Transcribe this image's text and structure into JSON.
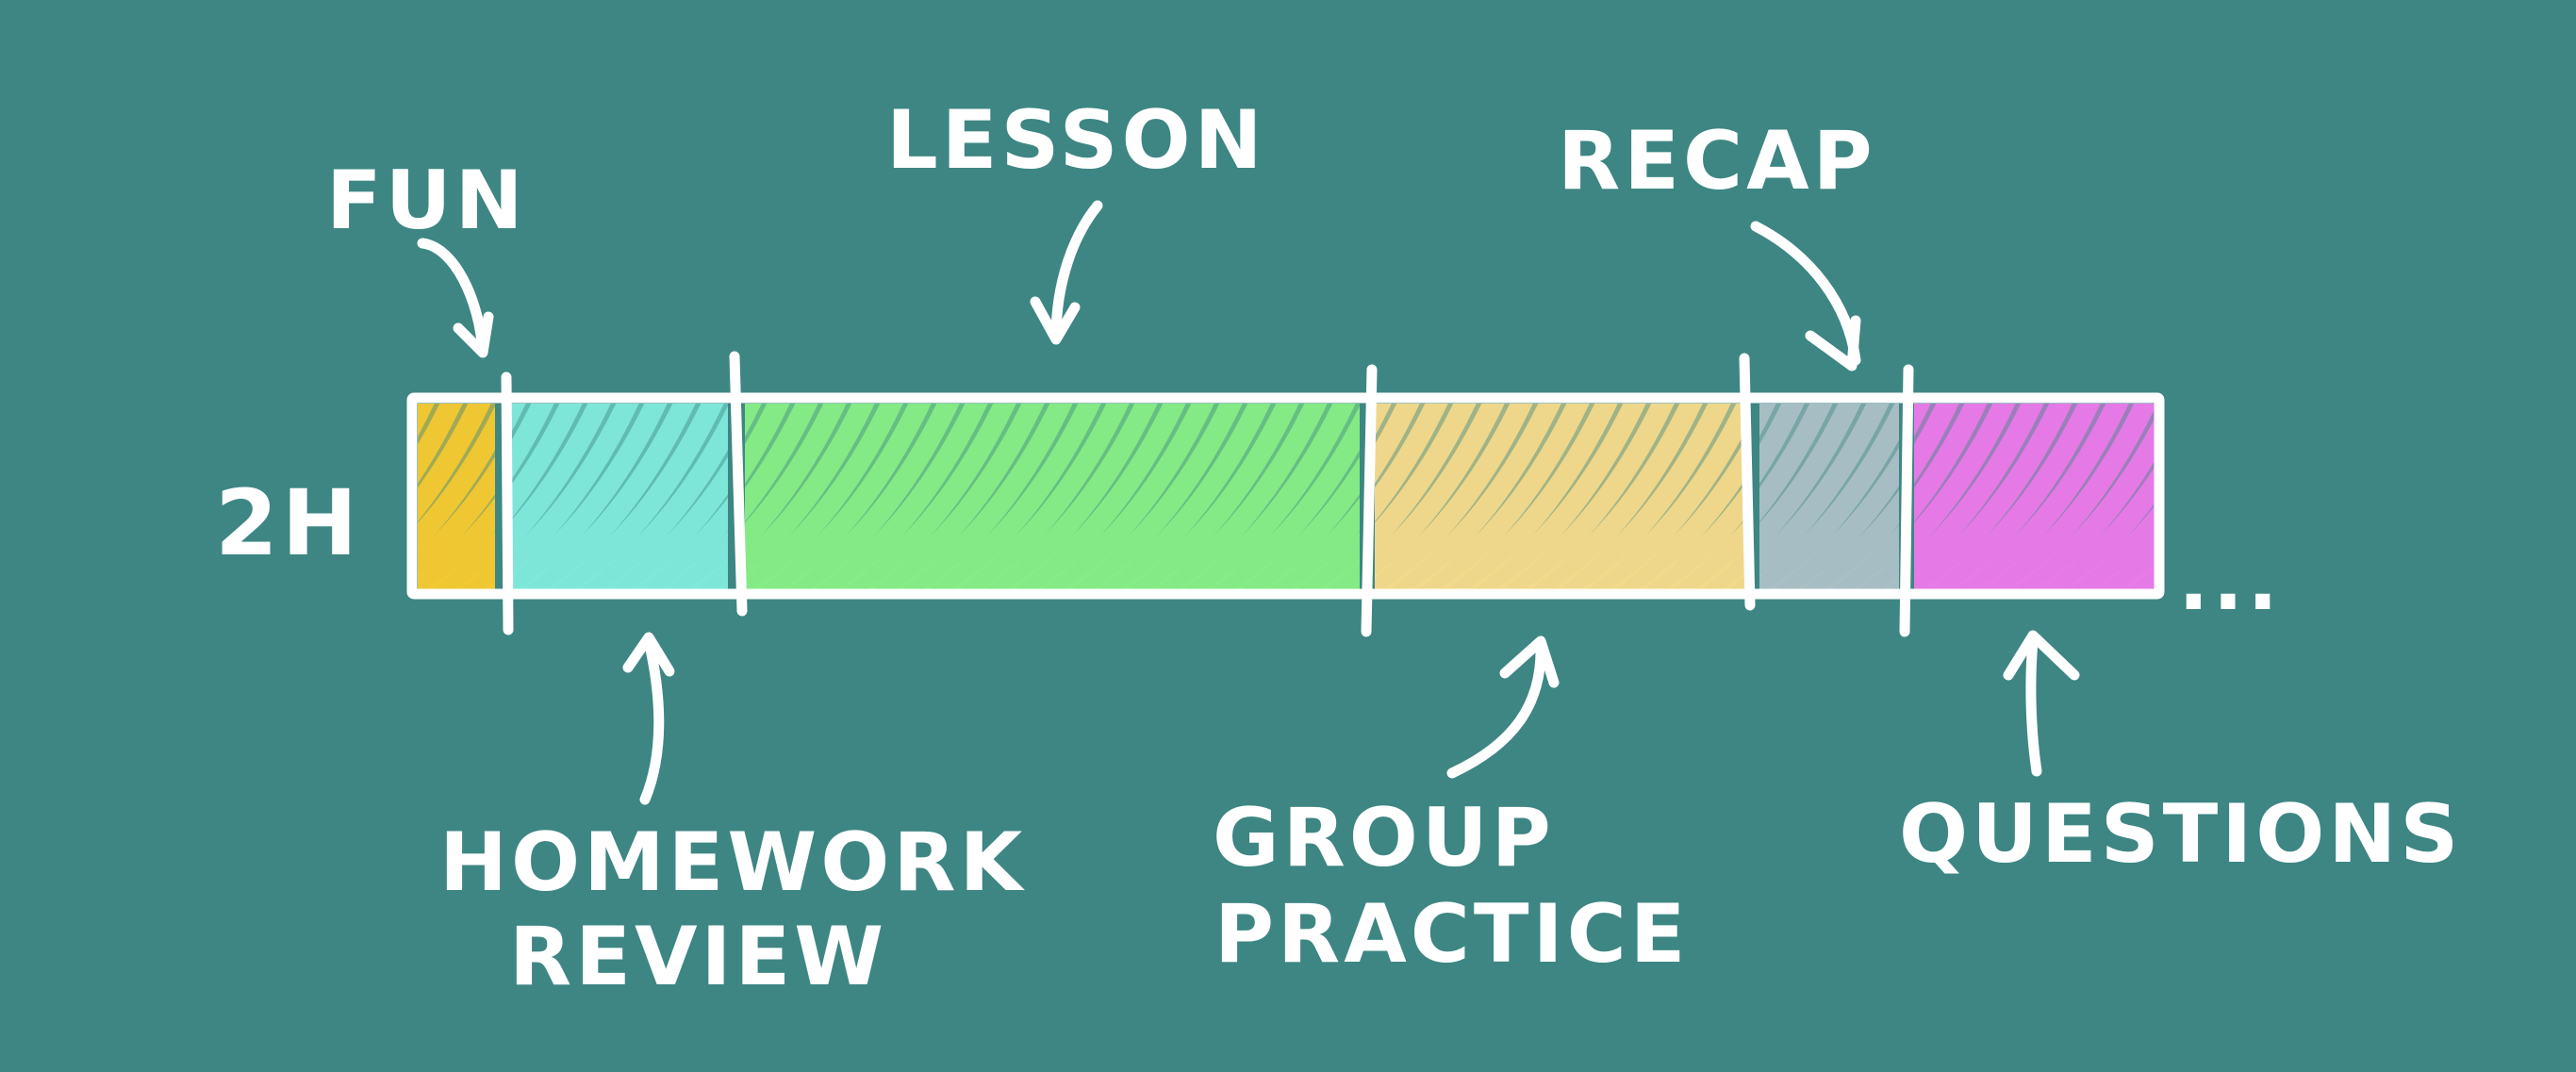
{
  "duration_label": "2H",
  "trailing_ellipsis": "...",
  "background": "#3d8683",
  "segments": [
    {
      "key": "fun",
      "label": "FUN",
      "color": "#f2c832",
      "label_position": "top"
    },
    {
      "key": "homework-review",
      "label_lines": [
        "HOMEWORK",
        "REVIEW"
      ],
      "color": "#7ee8da",
      "label_position": "bottom"
    },
    {
      "key": "lesson",
      "label": "LESSON",
      "color": "#86ec85",
      "label_position": "top"
    },
    {
      "key": "group-practice",
      "label_lines": [
        "GROUP",
        "PRACTICE"
      ],
      "color": "#f2d98a",
      "label_position": "bottom"
    },
    {
      "key": "recap",
      "label": "RECAP",
      "color": "#a9bfc4",
      "label_position": "top"
    },
    {
      "key": "questions",
      "label": "QUESTIONS",
      "color": "#e97ae8",
      "label_position": "bottom"
    }
  ]
}
